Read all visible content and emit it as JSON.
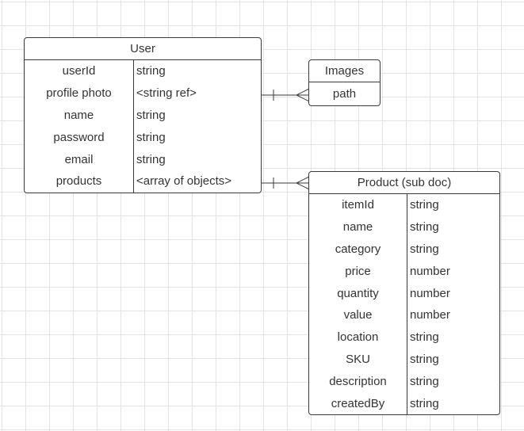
{
  "user_entity": {
    "title": "User",
    "rows": [
      {
        "name": "userId",
        "type": "string"
      },
      {
        "name": "profile photo",
        "type": "<string ref>"
      },
      {
        "name": "name",
        "type": "string"
      },
      {
        "name": "password",
        "type": "string"
      },
      {
        "name": "email",
        "type": "string"
      },
      {
        "name": "products",
        "type": "<array of objects>"
      }
    ]
  },
  "images_entity": {
    "title": "Images",
    "rows": [
      {
        "name": "path"
      }
    ]
  },
  "product_entity": {
    "title": "Product (sub doc)",
    "rows": [
      {
        "name": "itemId",
        "type": "string"
      },
      {
        "name": "name",
        "type": "string"
      },
      {
        "name": "category",
        "type": "string"
      },
      {
        "name": "price",
        "type": "number"
      },
      {
        "name": "quantity",
        "type": "number"
      },
      {
        "name": "value",
        "type": "number"
      },
      {
        "name": "location",
        "type": "string"
      },
      {
        "name": "SKU",
        "type": "string"
      },
      {
        "name": "description",
        "type": "string"
      },
      {
        "name": "createdBy",
        "type": "string"
      }
    ]
  },
  "relationships": [
    {
      "from": "user_entity.profile photo",
      "to": "images_entity",
      "from_end": "one",
      "to_end": "many"
    },
    {
      "from": "user_entity.products",
      "to": "product_entity",
      "from_end": "one",
      "to_end": "many"
    }
  ]
}
